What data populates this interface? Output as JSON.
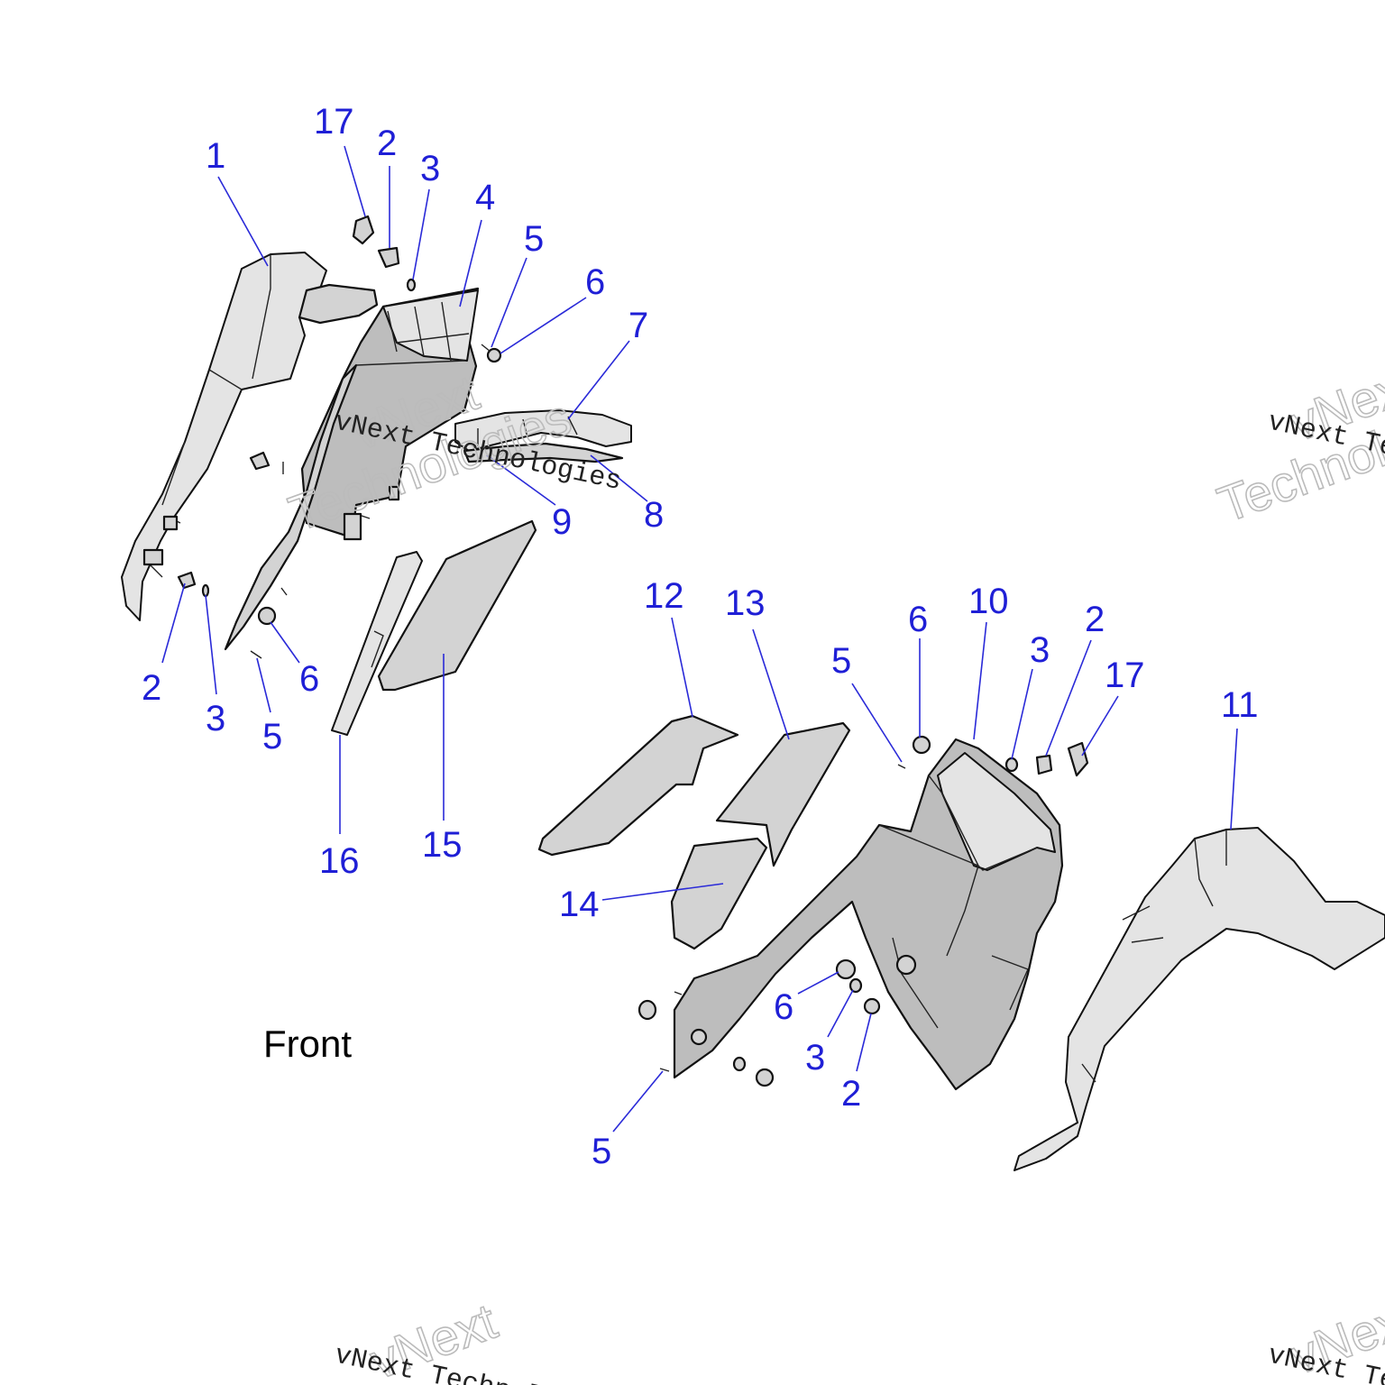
{
  "front_label": "Front",
  "watermark": {
    "line1": "vNext Technologies",
    "outline1": "vNext",
    "outline2": "Technologies"
  },
  "callouts": [
    "17",
    "2",
    "3",
    "1",
    "4",
    "5",
    "6",
    "7",
    "8",
    "9",
    "2",
    "3",
    "5",
    "6",
    "16",
    "15",
    "12",
    "13",
    "14",
    "6",
    "10",
    "5",
    "3",
    "2",
    "17",
    "11",
    "6",
    "3",
    "2",
    "5"
  ]
}
